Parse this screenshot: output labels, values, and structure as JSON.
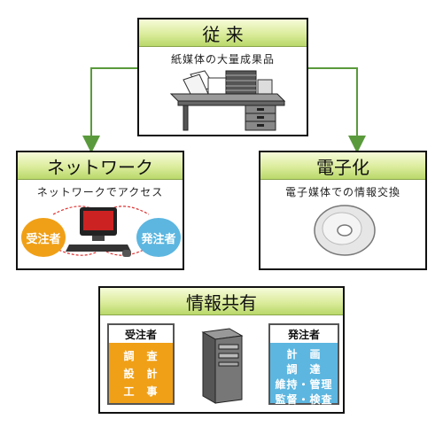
{
  "conventional": {
    "title": "従 来",
    "subtitle": "紙媒体の大量成果品"
  },
  "network": {
    "title": "ネットワーク",
    "subtitle": "ネットワークでアクセス",
    "left_bubble": "受注者",
    "right_bubble": "発注者"
  },
  "digital": {
    "title": "電子化",
    "subtitle": "電子媒体での情報交換"
  },
  "sharing": {
    "title": "情報共有",
    "contractor": {
      "label": "受注者",
      "items": [
        "調　査",
        "設　計",
        "工　事"
      ]
    },
    "client": {
      "label": "発注者",
      "items": [
        "計　画",
        "調　達",
        "維持・管理",
        "監督・検査"
      ]
    }
  },
  "colors": {
    "header_green": "#c8e07e",
    "arrow_green": "#5a9a3c",
    "contractor_orange": "#f0a017",
    "client_blue": "#5cb6e0"
  }
}
